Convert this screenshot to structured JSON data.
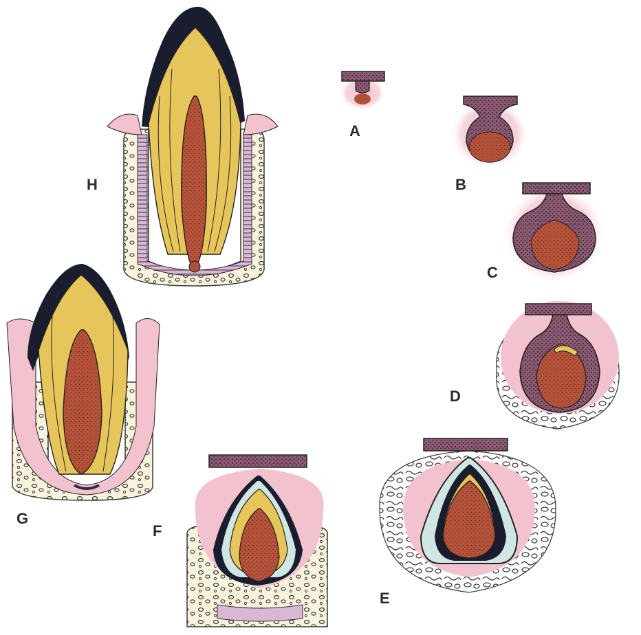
{
  "stages": [
    {
      "id": "A",
      "label": "A"
    },
    {
      "id": "B",
      "label": "B"
    },
    {
      "id": "C",
      "label": "C"
    },
    {
      "id": "D",
      "label": "D"
    },
    {
      "id": "E",
      "label": "E"
    },
    {
      "id": "F",
      "label": "F"
    },
    {
      "id": "G",
      "label": "G"
    },
    {
      "id": "H",
      "label": "H"
    }
  ],
  "colors": {
    "oral_epithelium": "#7a4a62",
    "soft_tissue": "#f2c3cf",
    "pulp": "#b5533a",
    "dentin": "#e6c55a",
    "enamel": "#1a1d2e",
    "reduced_enamel_epithelium": "#cfe6e2",
    "bone_outline": "#3a3a3a",
    "bone_fill": "#f5efcf",
    "periodontal_ligament": "#c7a5c6",
    "outline": "#222222"
  }
}
